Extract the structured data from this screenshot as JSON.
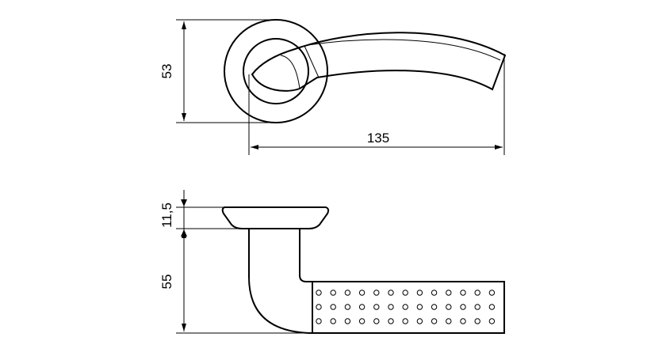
{
  "dimensions": {
    "top_height": "53",
    "top_length": "135",
    "rosette_height": "11,5",
    "side_height": "55"
  },
  "colors": {
    "stroke": "#000000",
    "background": "#ffffff"
  }
}
